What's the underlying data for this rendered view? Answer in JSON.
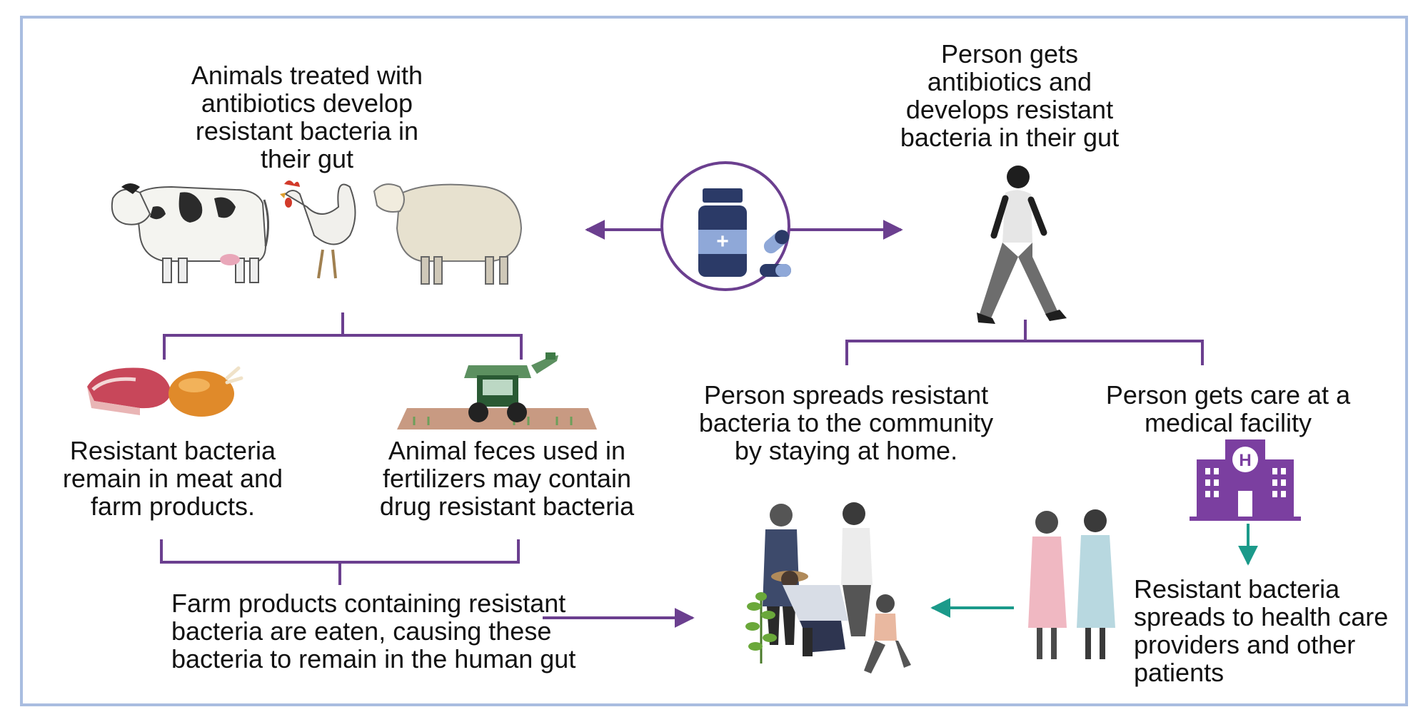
{
  "texts": {
    "animals_treated": "Animals treated with\nantibiotics develop\nresistant bacteria in\ntheir gut",
    "person_gets_antibiotics": "Person gets\nantibiotics and\ndevelops resistant\nbacteria in their gut",
    "meat_products": "Resistant bacteria\nremain in meat and\nfarm products.",
    "animal_feces": "Animal feces used in\nfertilizers may contain\ndrug resistant bacteria",
    "person_spreads": "Person spreads resistant\nbacteria to the  community\nby staying at home.",
    "person_care": "Person gets care at a\nmedical facility",
    "farm_products_eaten": "Farm products containing resistant\nbacteria are eaten, causing these\nbacteria to remain in the human gut",
    "spreads_health_care": "Resistant bacteria\nspreads to health care\nproviders and other\npatients"
  },
  "colors": {
    "purple": "#6b3f8f",
    "teal": "#1b9a8a",
    "frame": "#a9bde0",
    "navy": "#2b3a67",
    "pill_blue": "#8fa8d8"
  },
  "icons": {
    "center": "antibiotics-bottle-icon",
    "hospital": "hospital-icon",
    "hospital_letter": "H",
    "pill_cross": "+"
  }
}
